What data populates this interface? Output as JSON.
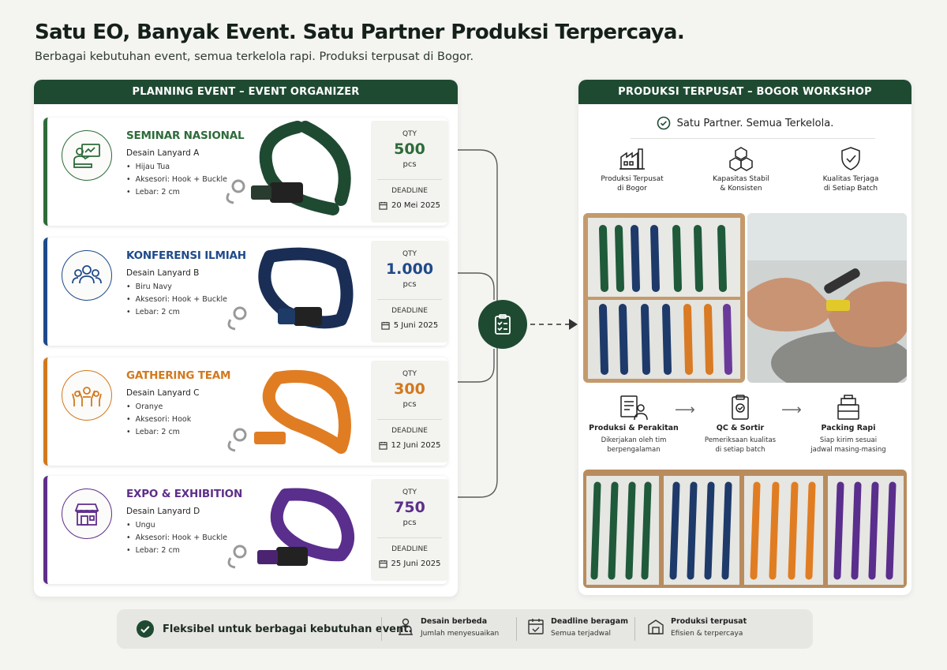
{
  "header": {
    "title": "Satu EO, Banyak Event. Satu Partner Produksi Terpercaya.",
    "subtitle": "Berbagai kebutuhan event, semua terkelola rapi. Produksi terpusat di Bogor."
  },
  "left_panel": {
    "title": "PLANNING EVENT – EVENT ORGANIZER",
    "events": [
      {
        "name": "SEMINAR NASIONAL",
        "design": "Desain Lanyard A",
        "specs": [
          "Hijau Tua",
          "Aksesori: Hook + Buckle",
          "Lebar: 2 cm"
        ],
        "qty_label": "QTY",
        "qty": "500",
        "unit": "pcs",
        "deadline_label": "DEADLINE",
        "deadline": "20 Mei 2025",
        "color": "#2e6b3a",
        "icon": "presenter-icon"
      },
      {
        "name": "KONFERENSI ILMIAH",
        "design": "Desain Lanyard B",
        "specs": [
          "Biru Navy",
          "Aksesori: Hook + Buckle",
          "Lebar: 2 cm"
        ],
        "qty_label": "QTY",
        "qty": "1.000",
        "unit": "pcs",
        "deadline_label": "DEADLINE",
        "deadline": "5 Juni 2025",
        "color": "#1f4a8a",
        "icon": "group-icon"
      },
      {
        "name": "GATHERING TEAM",
        "design": "Desain Lanyard C",
        "specs": [
          "Oranye",
          "Aksesori: Hook",
          "Lebar: 2 cm"
        ],
        "qty_label": "QTY",
        "qty": "300",
        "unit": "pcs",
        "deadline_label": "DEADLINE",
        "deadline": "12 Juni 2025",
        "color": "#d2791e",
        "icon": "cheering-team-icon"
      },
      {
        "name": "EXPO & EXHIBITION",
        "design": "Desain Lanyard D",
        "specs": [
          "Ungu",
          "Aksesori: Hook + Buckle",
          "Lebar: 2 cm"
        ],
        "qty_label": "QTY",
        "qty": "750",
        "unit": "pcs",
        "deadline_label": "DEADLINE",
        "deadline": "25 Juni 2025",
        "color": "#5e2f8a",
        "icon": "booth-icon"
      }
    ]
  },
  "hub": {
    "icon": "clipboard-checklist-icon"
  },
  "right_panel": {
    "title": "PRODUKSI TERPUSAT – BOGOR WORKSHOP",
    "tagline": "Satu Partner. Semua Terkelola.",
    "features": [
      {
        "line1": "Produksi Terpusat",
        "line2": "di Bogor",
        "icon": "factory-icon"
      },
      {
        "line1": "Kapasitas Stabil",
        "line2": "& Konsisten",
        "icon": "boxes-icon"
      },
      {
        "line1": "Kualitas Terjaga",
        "line2": "di Setiap Batch",
        "icon": "shield-check-icon"
      }
    ],
    "steps": [
      {
        "title": "Produksi & Perakitan",
        "line1": "Dikerjakan oleh tim",
        "line2": "berpengalaman",
        "icon": "worker-icon"
      },
      {
        "title": "QC & Sortir",
        "line1": "Pemeriksaan kualitas",
        "line2": "di setiap batch",
        "icon": "qc-clipboard-icon"
      },
      {
        "title": "Packing Rapi",
        "line1": "Siap kirim sesuai",
        "line2": "jadwal masing-masing",
        "icon": "packing-icon"
      }
    ]
  },
  "bottom_bar": {
    "main": "Fleksibel untuk berbagai kebutuhan event.",
    "items": [
      {
        "title": "Desain berbeda",
        "sub": "Jumlah menyesuaikan",
        "icon": "people-icon"
      },
      {
        "title": "Deadline beragam",
        "sub": "Semua terjadwal",
        "icon": "calendar-check-icon"
      },
      {
        "title": "Produksi terpusat",
        "sub": "Efisien & terpercaya",
        "icon": "workshop-icon"
      }
    ]
  },
  "colors": {
    "primary": "#1f4a32",
    "green": "#2e6b3a",
    "navy": "#1f4a8a",
    "orange": "#d2791e",
    "purple": "#5e2f8a"
  }
}
